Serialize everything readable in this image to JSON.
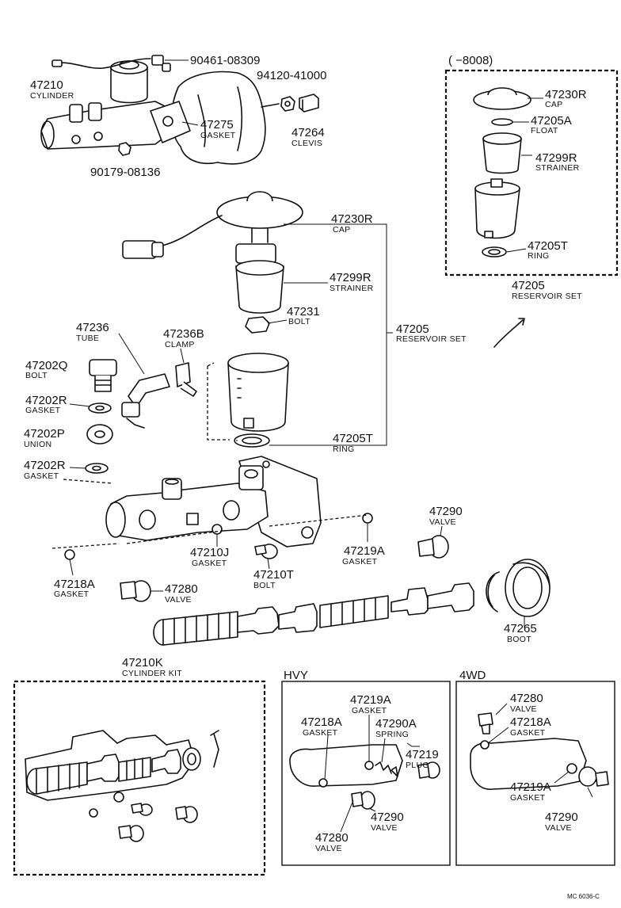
{
  "title_bracket": "(    −8008)",
  "footer_code": "MC  6036-C",
  "section_headers": {
    "hvy": "HVY",
    "four_wd": "4WD"
  },
  "labels": {
    "l_90461": {
      "num": "90461-08309",
      "name": ""
    },
    "l_47210": {
      "num": "47210",
      "name": "CYLINDER"
    },
    "l_94120": {
      "num": "94120-41000",
      "name": ""
    },
    "l_47275": {
      "num": "47275",
      "name": "GASKET"
    },
    "l_47264": {
      "num": "47264",
      "name": "CLEVIS"
    },
    "l_90179": {
      "num": "90179-08136",
      "name": ""
    },
    "l_inset_47230R": {
      "num": "47230R",
      "name": "CAP"
    },
    "l_inset_47205A": {
      "num": "47205A",
      "name": "FLOAT"
    },
    "l_inset_47299R": {
      "num": "47299R",
      "name": "STRAINER"
    },
    "l_inset_47205T": {
      "num": "47205T",
      "name": "RING"
    },
    "l_inset_47205": {
      "num": "47205",
      "name": "RESERVOIR SET"
    },
    "l_47230R": {
      "num": "47230R",
      "name": "CAP"
    },
    "l_47299R": {
      "num": "47299R",
      "name": "STRAINER"
    },
    "l_47231": {
      "num": "47231",
      "name": "BOLT"
    },
    "l_47205": {
      "num": "47205",
      "name": "RESERVOIR SET"
    },
    "l_47205T": {
      "num": "47205T",
      "name": "RING"
    },
    "l_47236": {
      "num": "47236",
      "name": "TUBE"
    },
    "l_47236B": {
      "num": "47236B",
      "name": "CLAMP"
    },
    "l_47202Q": {
      "num": "47202Q",
      "name": "BOLT"
    },
    "l_47202R_a": {
      "num": "47202R",
      "name": "GASKET"
    },
    "l_47202P": {
      "num": "47202P",
      "name": "UNION"
    },
    "l_47202R_b": {
      "num": "47202R",
      "name": "GASKET"
    },
    "l_47290": {
      "num": "47290",
      "name": "VALVE"
    },
    "l_47210J": {
      "num": "47210J",
      "name": "GASKET"
    },
    "l_47219A": {
      "num": "47219A",
      "name": "GASKET"
    },
    "l_47218A": {
      "num": "47218A",
      "name": "GASKET"
    },
    "l_47280": {
      "num": "47280",
      "name": "VALVE"
    },
    "l_47210T": {
      "num": "47210T",
      "name": "BOLT"
    },
    "l_47265": {
      "num": "47265",
      "name": "BOOT"
    },
    "l_47210K": {
      "num": "47210K",
      "name": "CYLINDER KIT"
    },
    "l_hvy_47219A": {
      "num": "47219A",
      "name": "GASKET"
    },
    "l_hvy_47218A": {
      "num": "47218A",
      "name": "GASKET"
    },
    "l_hvy_47290A": {
      "num": "47290A",
      "name": "SPRING"
    },
    "l_hvy_47219": {
      "num": "47219",
      "name": "PLUG"
    },
    "l_hvy_47290": {
      "num": "47290",
      "name": "VALVE"
    },
    "l_hvy_47280": {
      "num": "47280",
      "name": "VALVE"
    },
    "l_4wd_47280": {
      "num": "47280",
      "name": "VALVE"
    },
    "l_4wd_47218A": {
      "num": "47218A",
      "name": "GASKET"
    },
    "l_4wd_47219A": {
      "num": "47219A",
      "name": "GASKET"
    },
    "l_4wd_47290": {
      "num": "47290",
      "name": "VALVE"
    }
  }
}
